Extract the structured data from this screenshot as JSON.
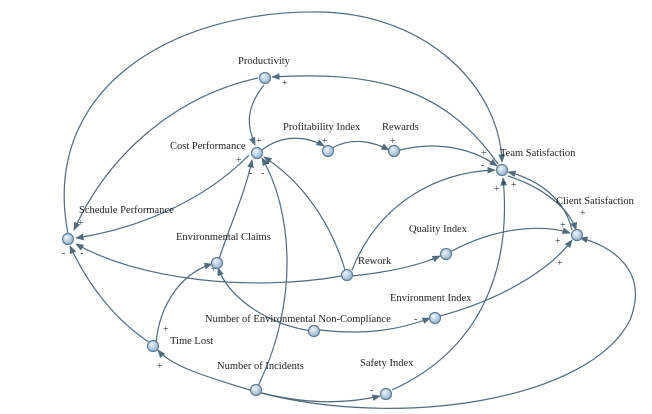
{
  "nodes": {
    "productivity": "Productivity",
    "cost_performance": "Cost Performance",
    "profitability_index": "Profitability Index",
    "rewards": "Rewards",
    "team_satisfaction": "Team Satisfaction",
    "client_satisfaction": "Client Satisfaction",
    "schedule_performance": "Schedule Performance",
    "environmental_claims": "Environmental Claims",
    "quality_index": "Quality Index",
    "rework": "Rework",
    "environment_index": "Environment Index",
    "non_compliance": "Number of Environmental Non-Compliance",
    "time_lost": "Time Lost",
    "incidents": "Number of Incidents",
    "safety_index": "Safety Index"
  },
  "polarity": {
    "plus": "+",
    "minus": "-"
  },
  "colors": {
    "edge": "#4f6b7e",
    "node_fill_light": "#eef4fa",
    "node_fill_dark": "#8fb0cc",
    "node_stroke": "#5f7f97"
  }
}
